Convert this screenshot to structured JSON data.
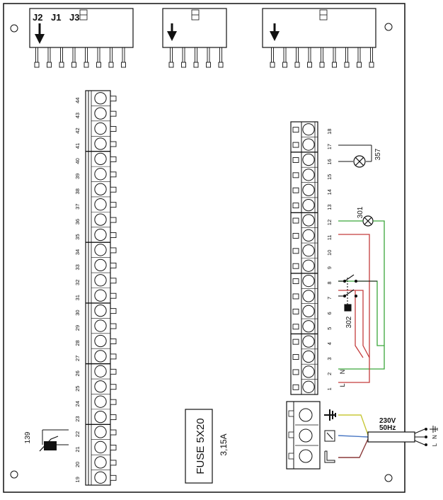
{
  "connectors": {
    "top_labels": [
      "J2",
      "J1",
      "J3"
    ]
  },
  "left_block": {
    "terminals": [
      "44",
      "43",
      "42",
      "41",
      "40",
      "39",
      "38",
      "37",
      "36",
      "35",
      "34",
      "33",
      "32",
      "31",
      "30",
      "29",
      "28",
      "27",
      "26",
      "25",
      "24",
      "23",
      "22",
      "21",
      "20",
      "19"
    ]
  },
  "right_block": {
    "terminals": [
      "18",
      "17",
      "16",
      "15",
      "14",
      "13",
      "12",
      "11",
      "10",
      "9",
      "8",
      "7",
      "6",
      "5",
      "4",
      "3",
      "2",
      "1"
    ]
  },
  "components": {
    "lamp_a": "357",
    "lamp_b": "301",
    "relay": "302",
    "sensor": "139",
    "fuse_type": "FUSE 5X20",
    "fuse_rating": "3,15A",
    "supply_voltage": "230V",
    "supply_freq": "50Hz",
    "label_n": "N",
    "label_l": "L",
    "cable_n": "N",
    "cable_l": "L"
  },
  "colors": {
    "wire_red": "#c43c3c",
    "wire_green": "#3aa63a",
    "wire_blue": "#4a78c4",
    "wire_yellow": "#c8c83a",
    "wire_brown": "#8b3a3a",
    "line": "#111111"
  }
}
